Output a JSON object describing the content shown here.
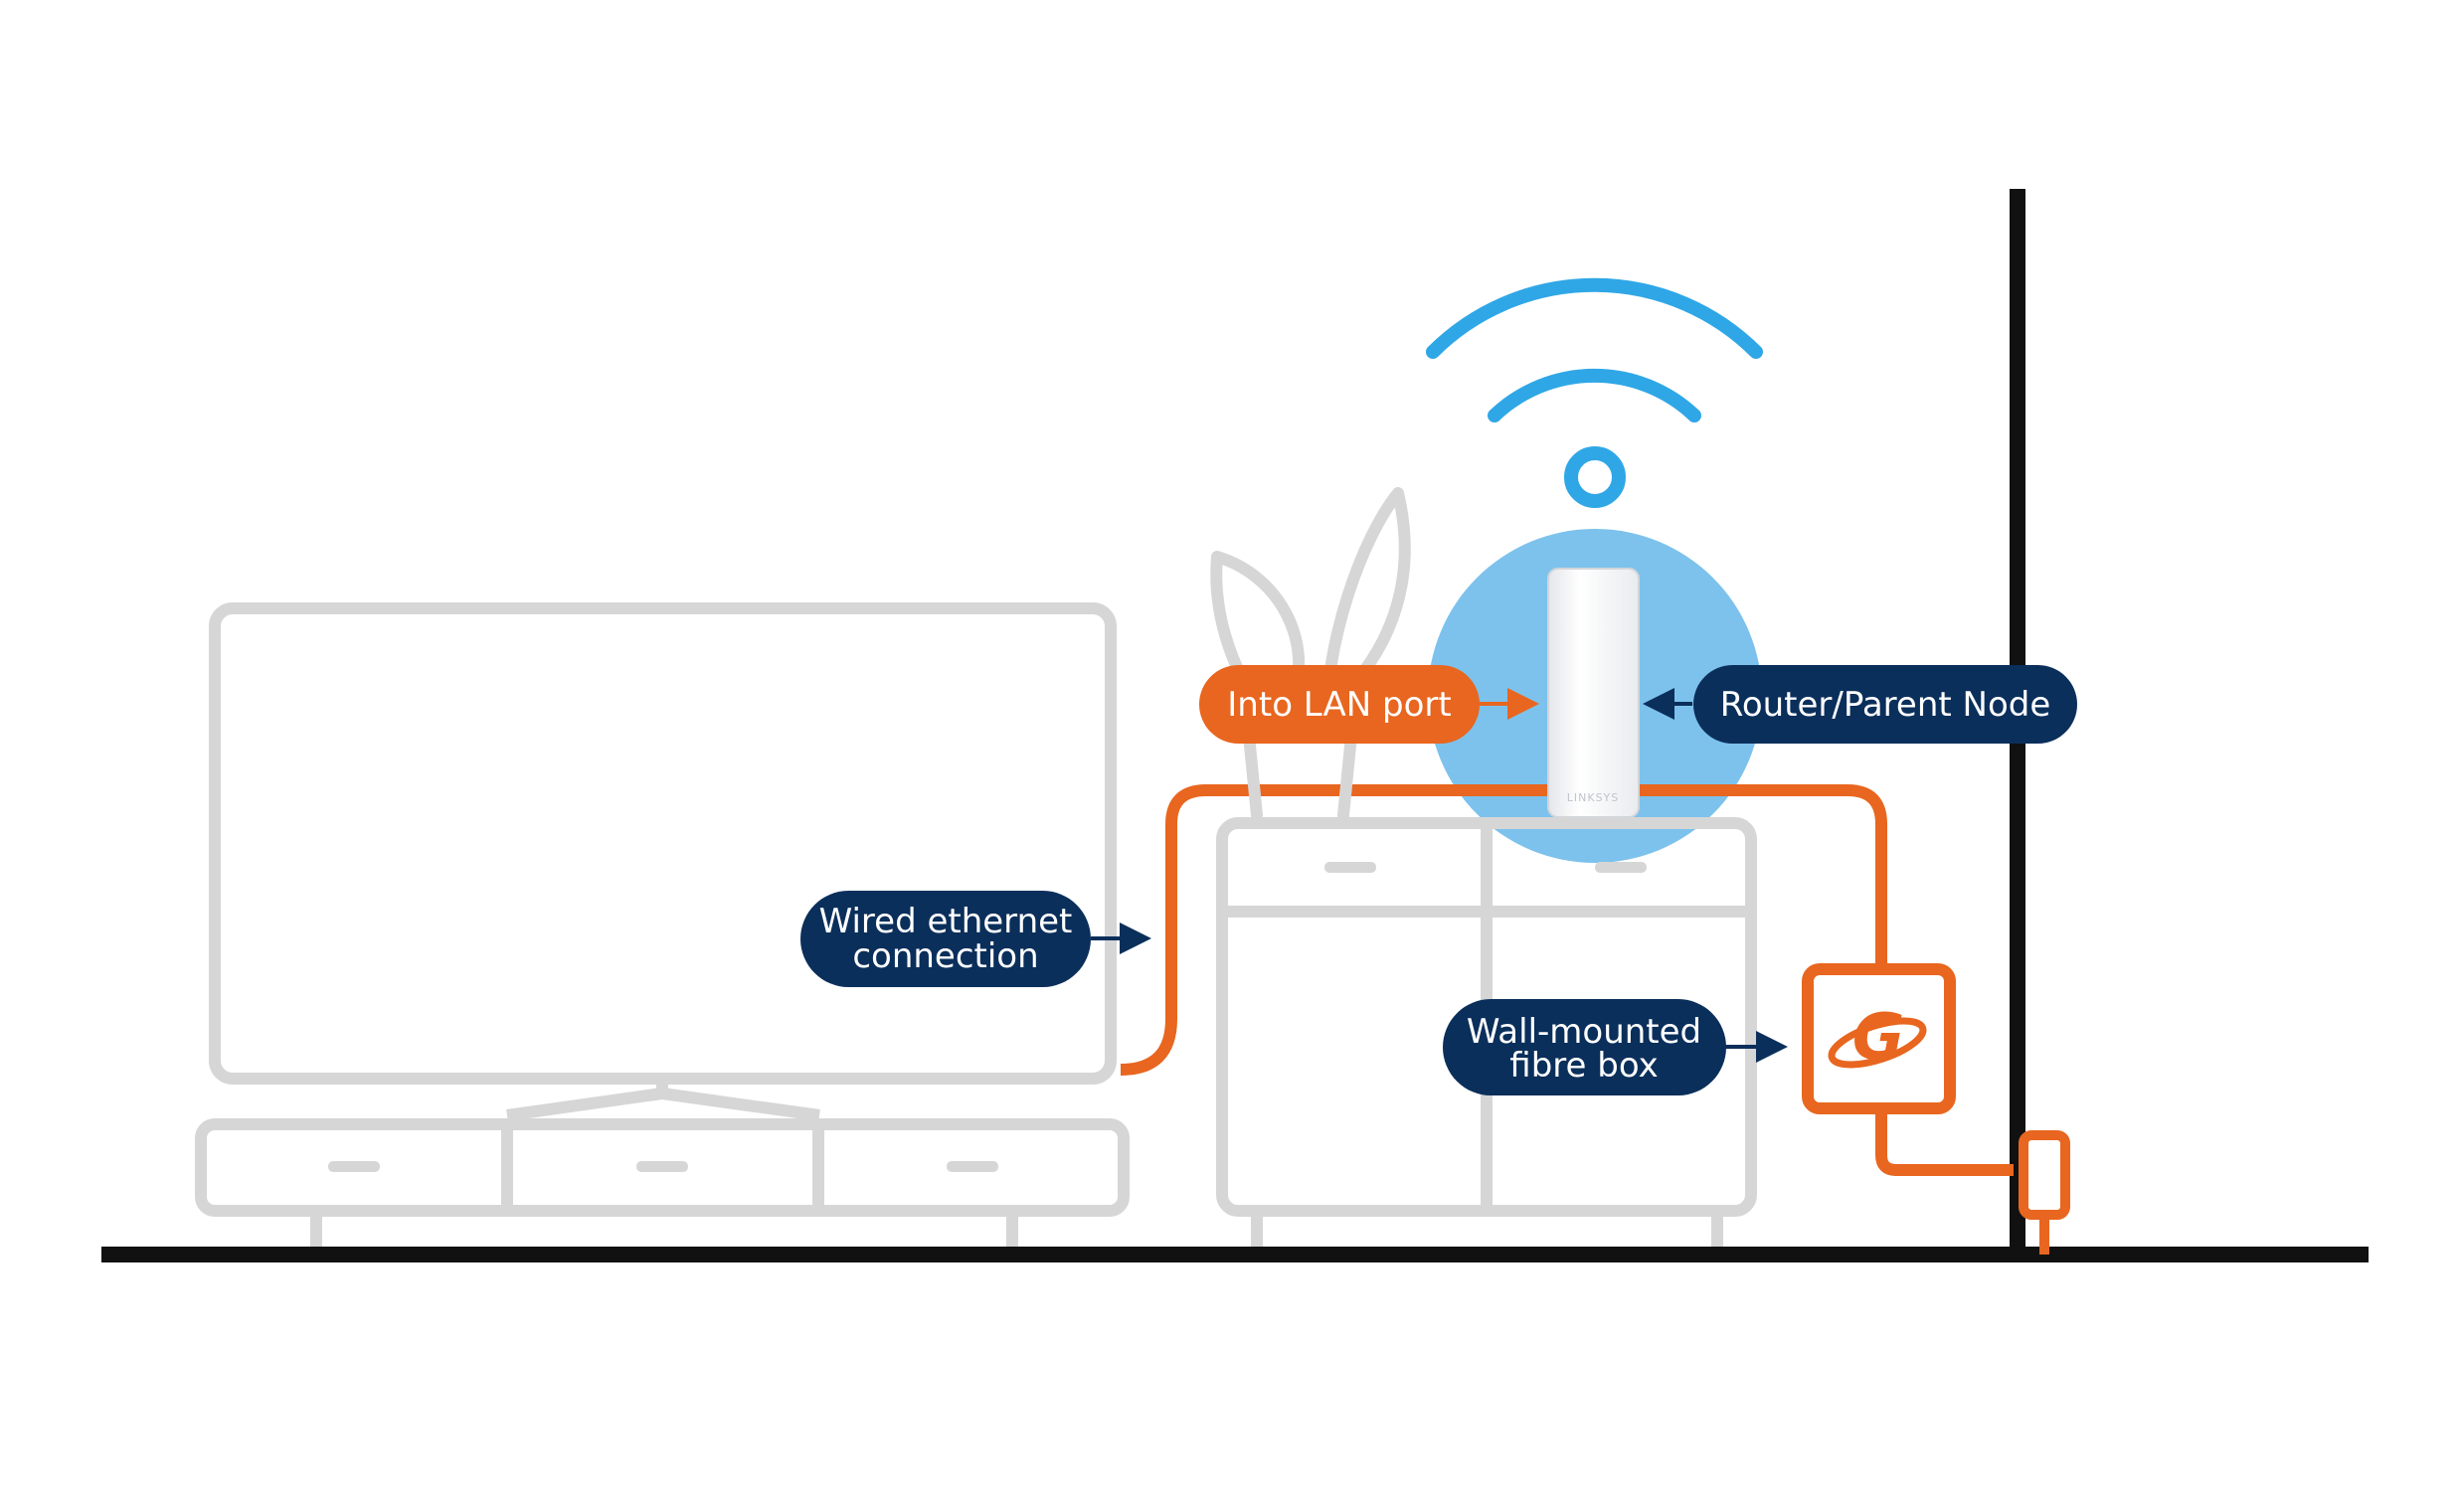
{
  "labels": {
    "lan_port": "Into LAN port",
    "router": "Router/Parent Node",
    "wired_line1": "Wired ethernet",
    "wired_line2": "connection",
    "fibre_line1": "Wall-mounted",
    "fibre_line2": "fibre box"
  },
  "device": {
    "brand": "LINKSYS"
  },
  "fibre_box": {
    "logo_letter": "G"
  },
  "icons": [
    "wifi-signal-icon",
    "plant-icon",
    "router-node-icon",
    "fibre-box-logo-icon",
    "wall-socket-icon"
  ],
  "colors": {
    "navy": "#0b2f5b",
    "orange": "#e8661f",
    "wifi_blue": "#2fa7e6",
    "halo_blue": "#7dc2ec",
    "furniture_grey": "#d6d6d6",
    "floor_black": "#111111"
  }
}
